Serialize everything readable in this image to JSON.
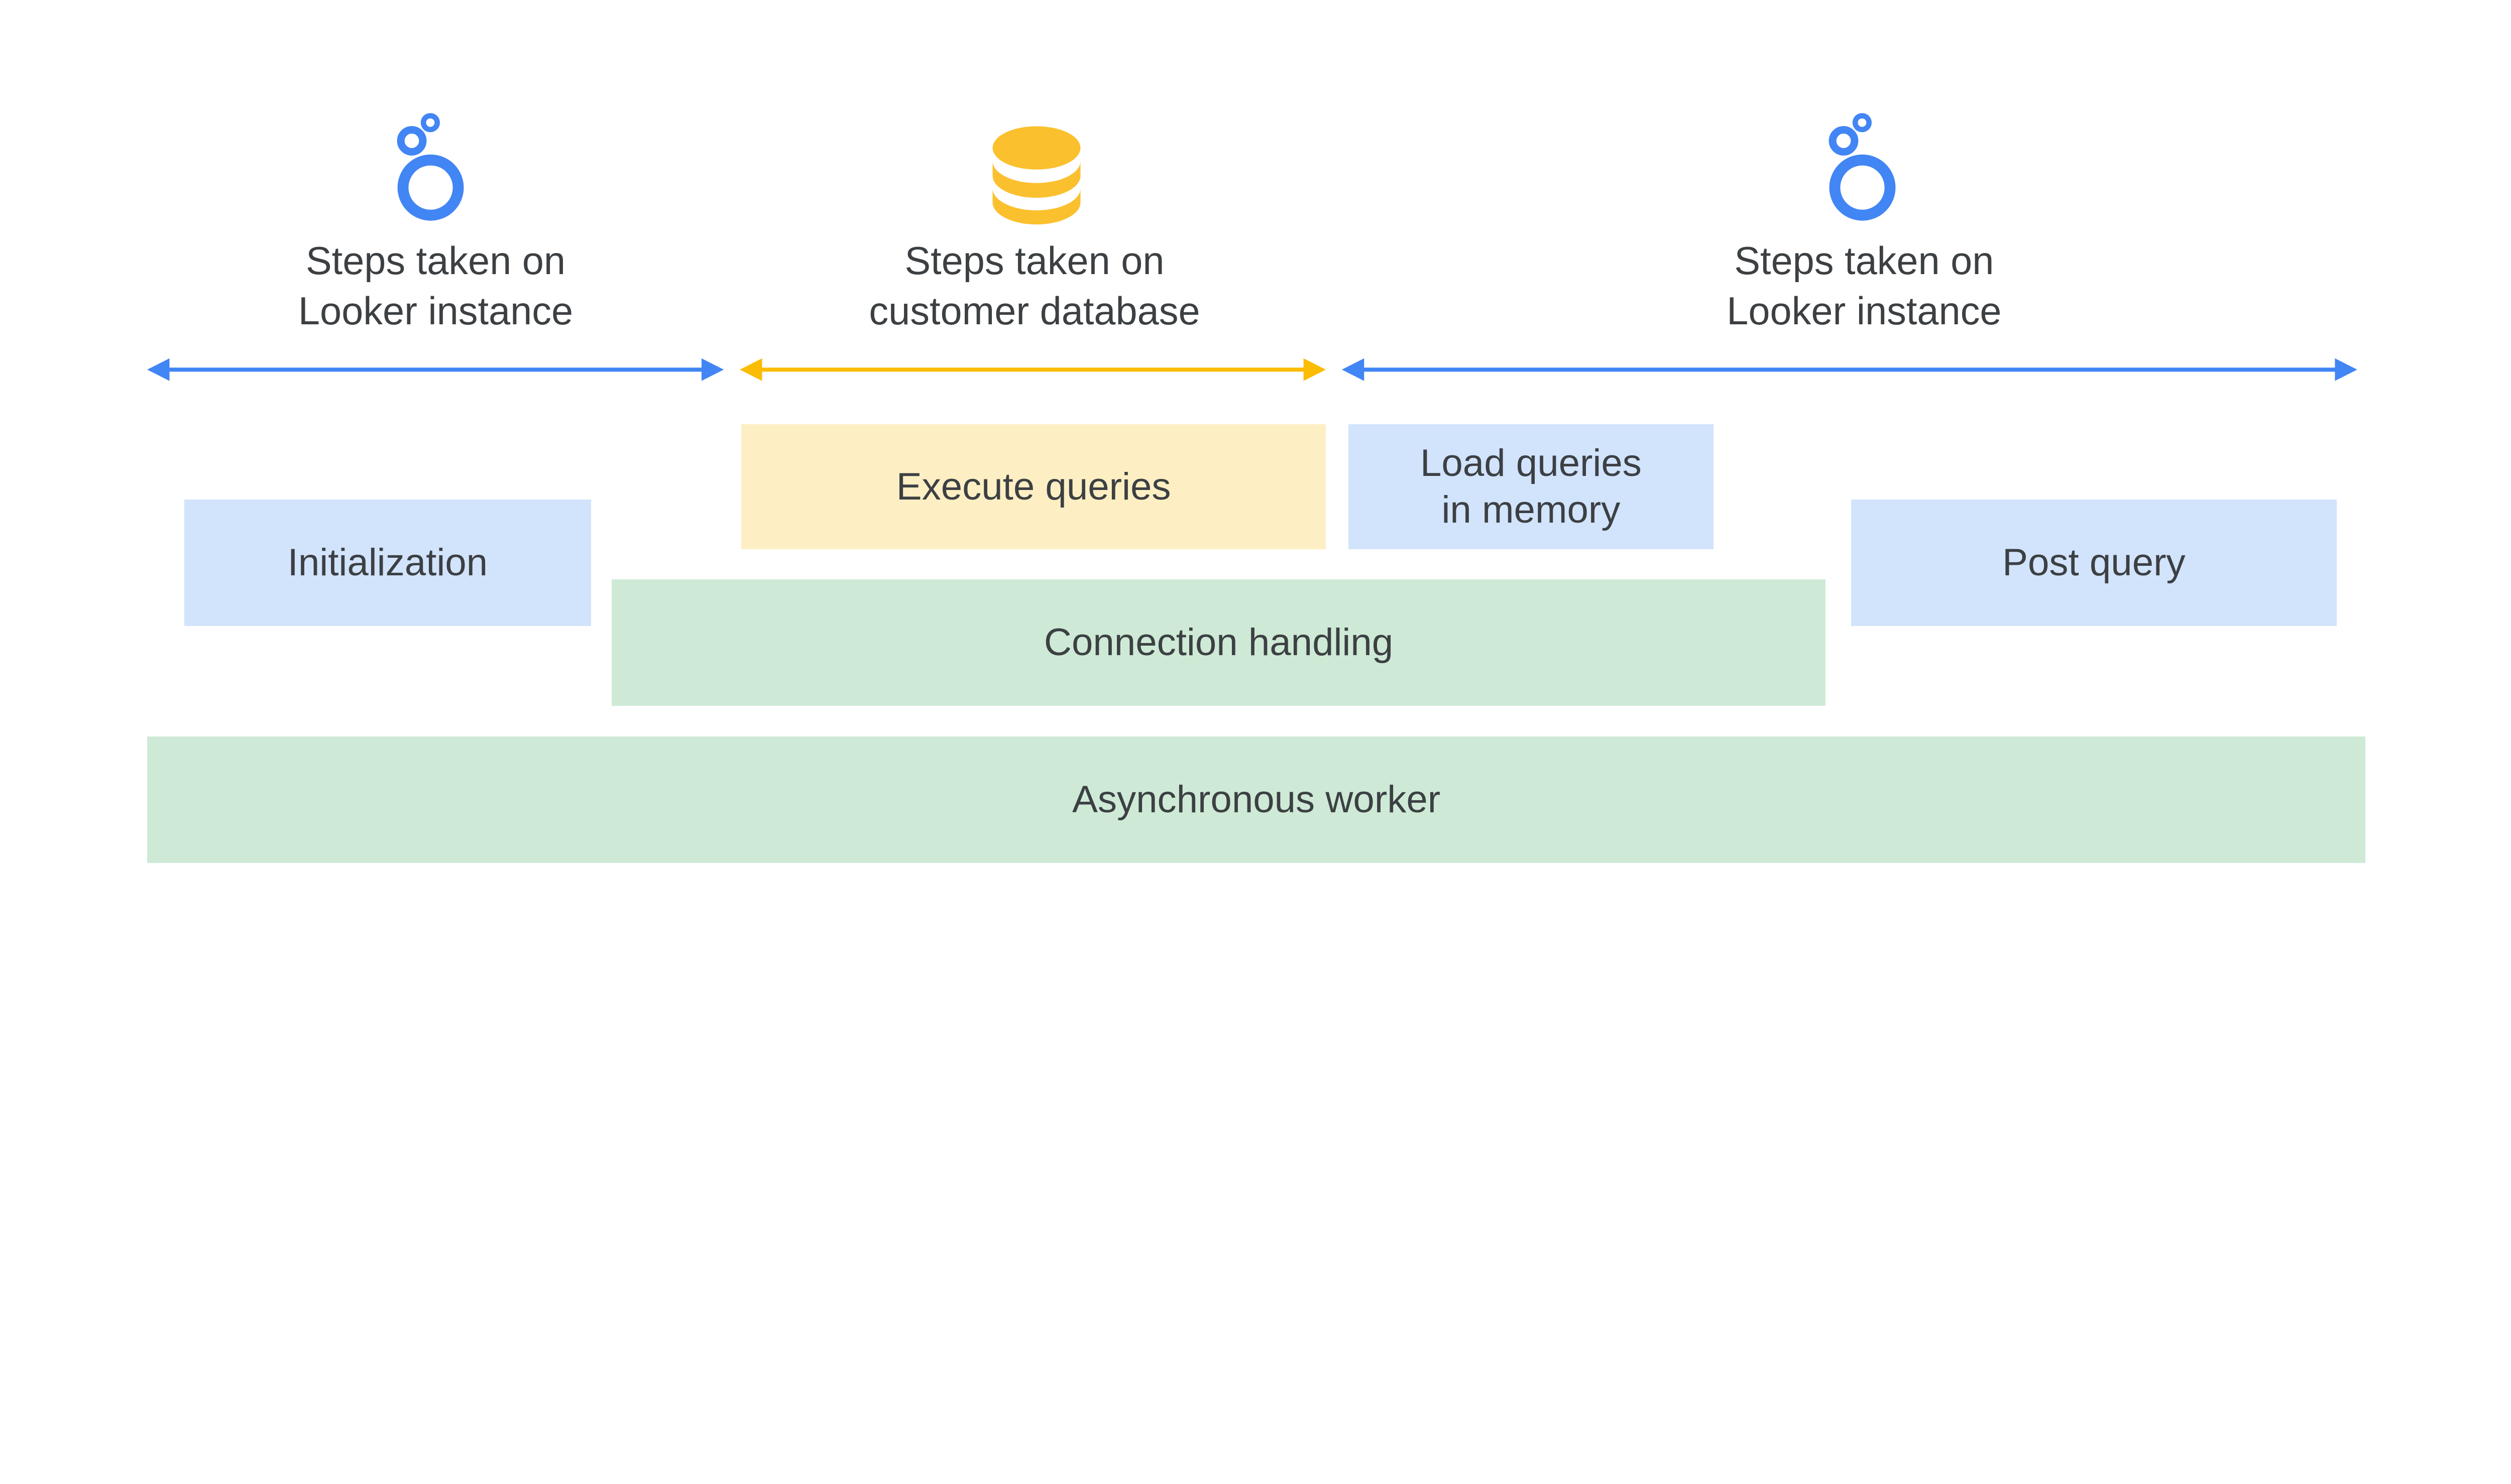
{
  "colors": {
    "looker_blue": "#4285f4",
    "database_yellow": "#fbc02d",
    "yellow_box": "#fdefc3",
    "blue_box": "#d2e3fc",
    "green_box": "#ceead6",
    "text": "#3c4043"
  },
  "sections": [
    {
      "icon": "looker-logo-icon",
      "line1": "Steps taken on",
      "line2": "Looker instance",
      "arrow_color": "#4285f4"
    },
    {
      "icon": "database-icon",
      "line1": "Steps taken on",
      "line2": "customer database",
      "arrow_color": "#fbbc04"
    },
    {
      "icon": "looker-logo-icon",
      "line1": "Steps taken on",
      "line2": "Looker instance",
      "arrow_color": "#4285f4"
    }
  ],
  "boxes": {
    "execute_queries": "Execute queries",
    "load_queries": "Load queries in memory",
    "initialization": "Initialization",
    "post_query": "Post query",
    "connection_handling": "Connection handling",
    "async_worker": "Asynchronous worker"
  }
}
